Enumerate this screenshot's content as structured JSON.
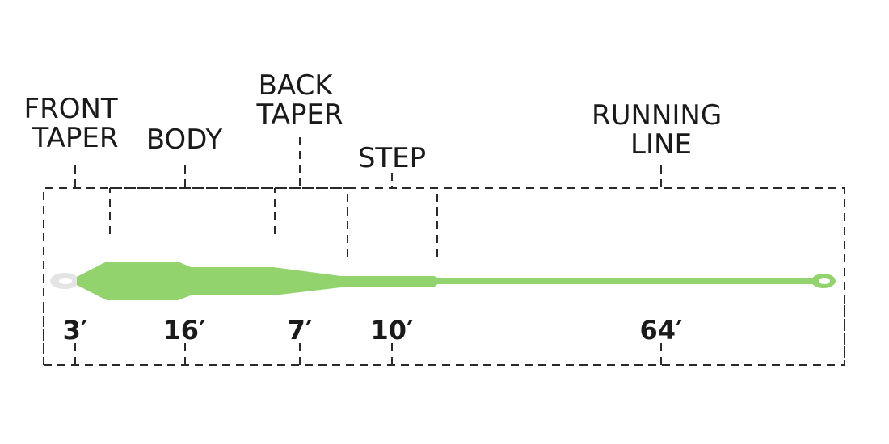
{
  "sections": [
    {
      "id": "front-taper",
      "label_lines": [
        "FRONT",
        "TAPER"
      ],
      "length": "3′"
    },
    {
      "id": "body",
      "label_lines": [
        "BODY"
      ],
      "length": "16′"
    },
    {
      "id": "back-taper",
      "label_lines": [
        "BACK",
        "TAPER"
      ],
      "length": "7′"
    },
    {
      "id": "step",
      "label_lines": [
        "STEP"
      ],
      "length": "10′"
    },
    {
      "id": "running-line",
      "label_lines": [
        "RUNNING",
        "LINE"
      ],
      "length": "64′"
    }
  ],
  "colors": {
    "line": "#92d36e",
    "loop": "#e4e4e4",
    "dash": "#2a2a2a",
    "text": "#1a1a1a"
  }
}
